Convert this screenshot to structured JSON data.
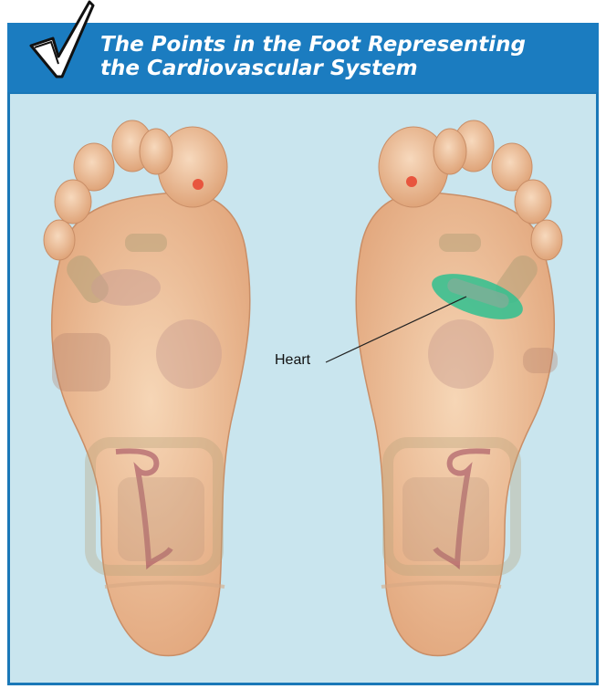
{
  "header": {
    "title_line1": "The Points in the Foot Representing",
    "title_line2": "the Cardiovascular System"
  },
  "labels": {
    "heart": "Heart"
  },
  "colors": {
    "header_blue": "#1b7cc0",
    "panel_bg": "#c9e5ee",
    "skin": "#efc49e",
    "heart_point": "#2fbf8f",
    "red_dot": "#e8553e"
  },
  "icons": {
    "header_mark": "checkmark-icon"
  }
}
